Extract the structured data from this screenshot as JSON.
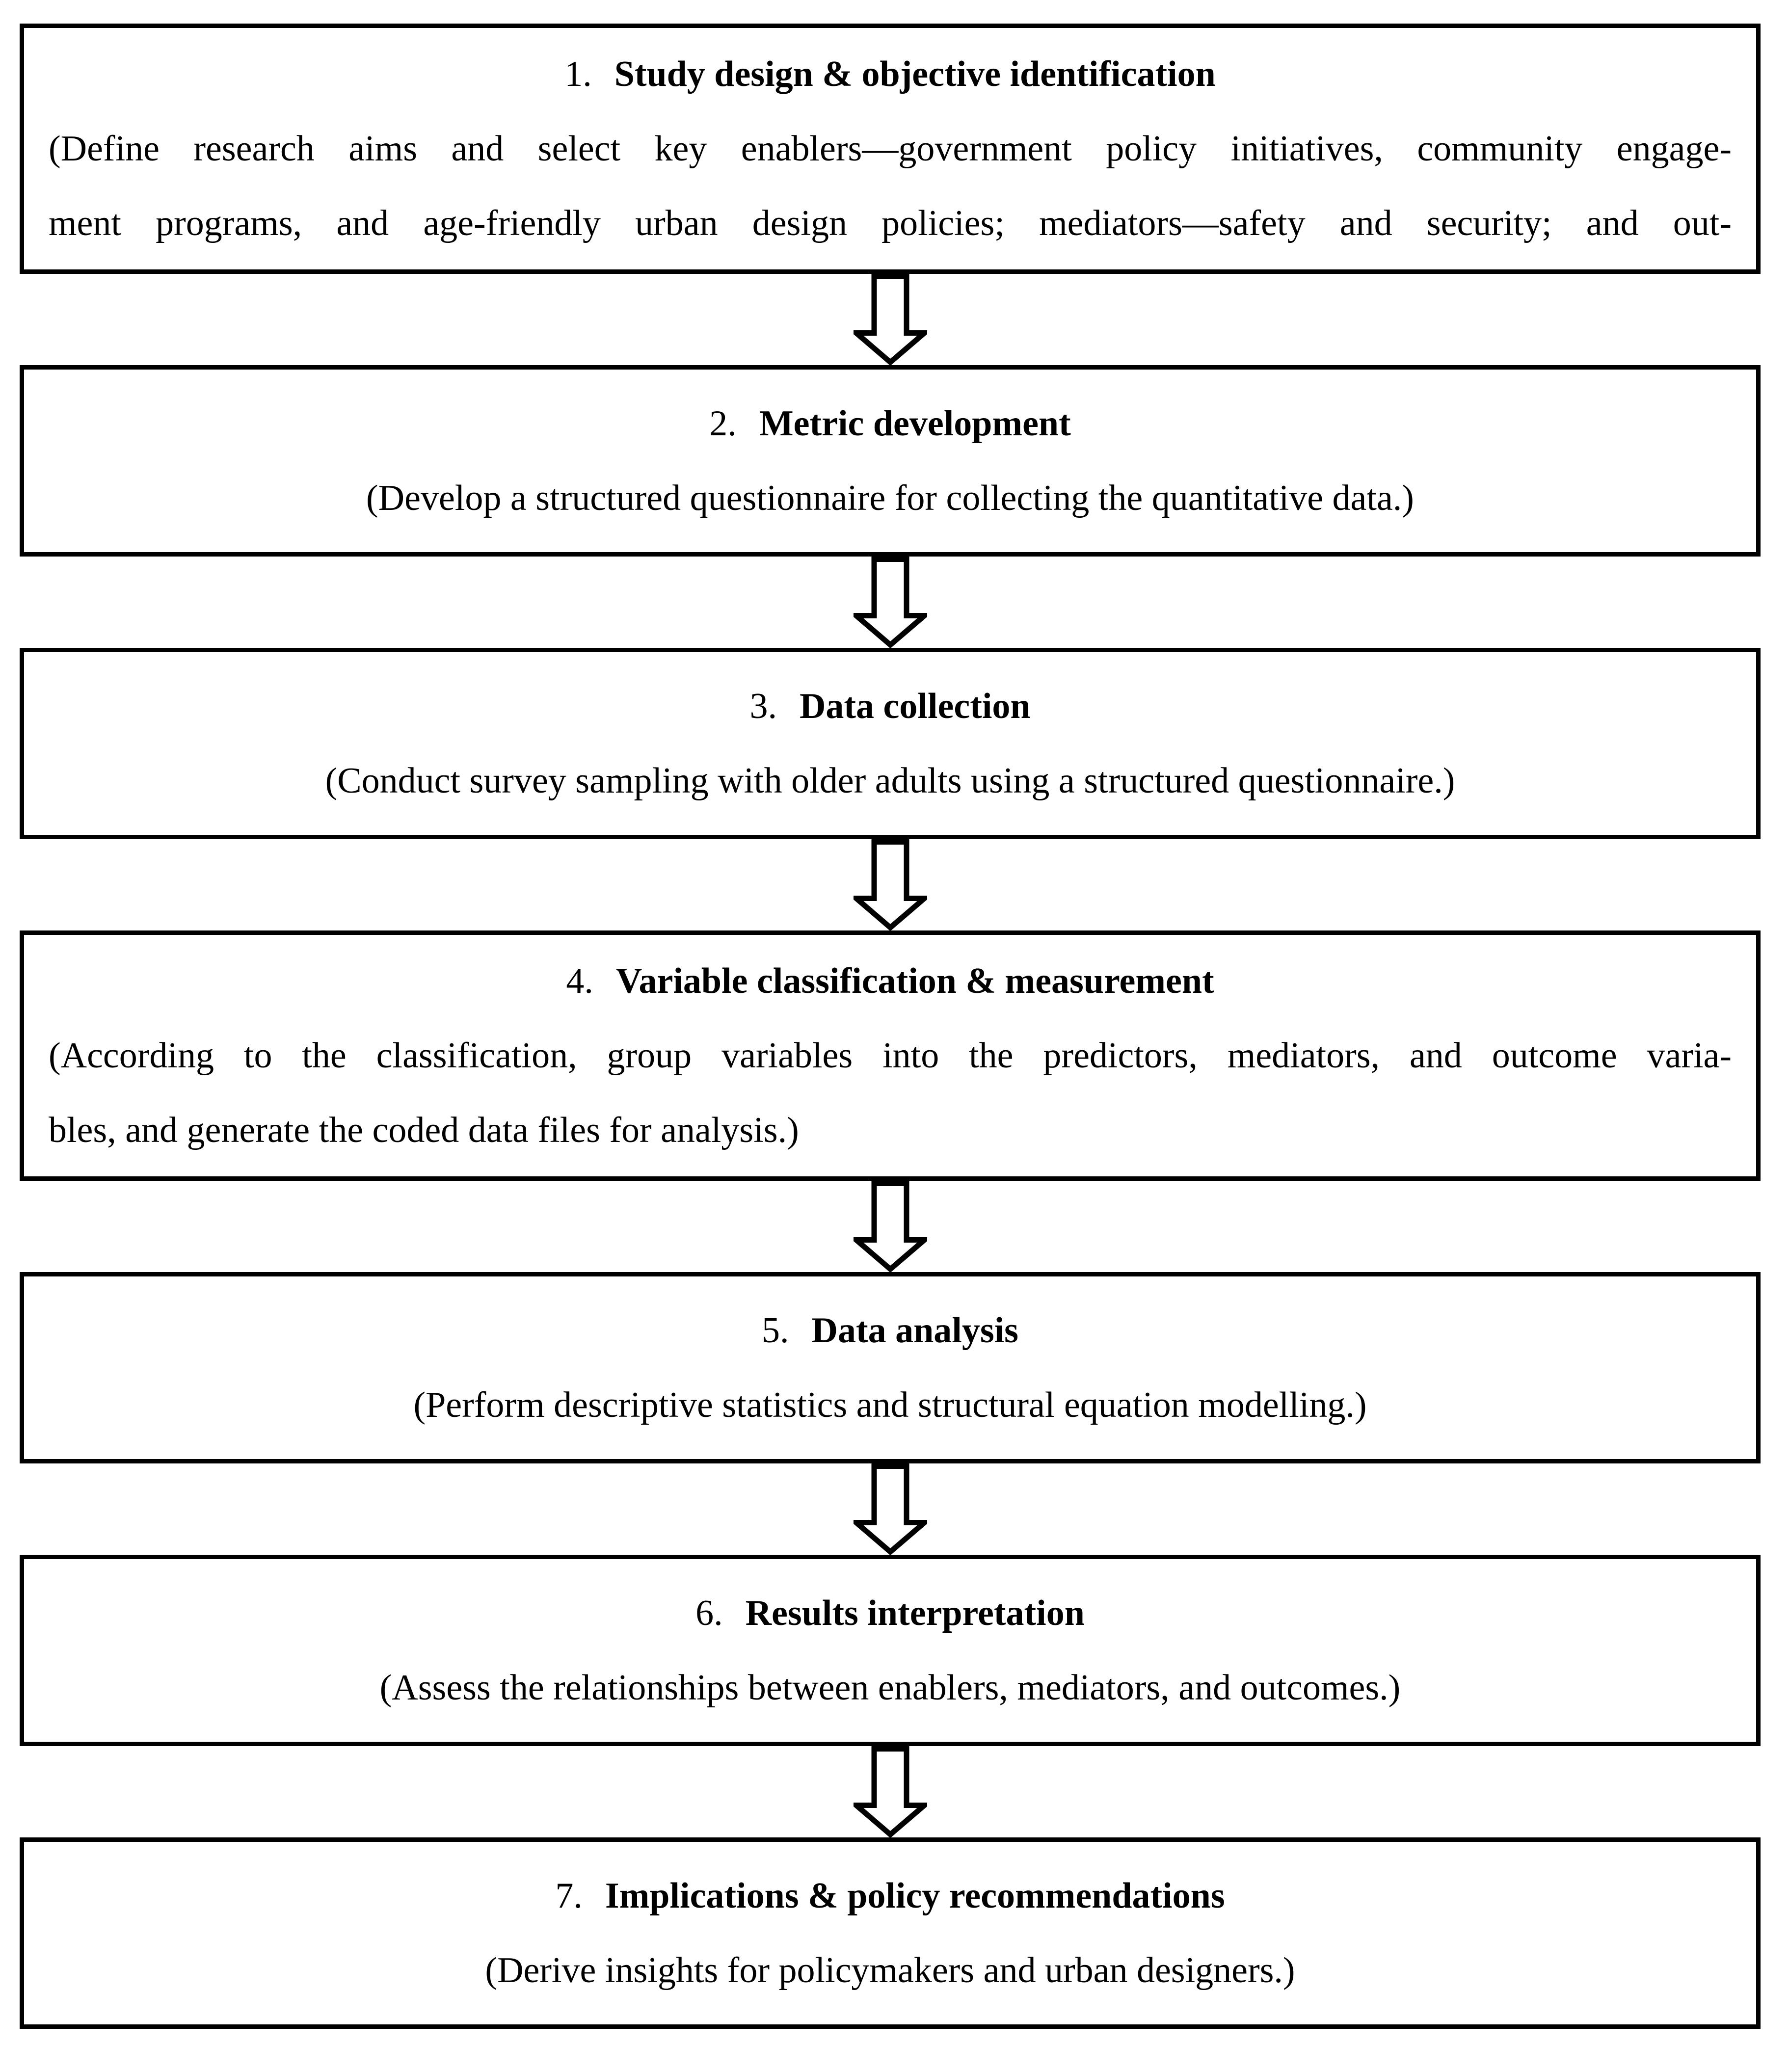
{
  "colors": {
    "ink": "#000000",
    "paper": "#ffffff"
  },
  "icons": {
    "step_connector": "down-arrow"
  },
  "steps": [
    {
      "number": "1.",
      "title": "Study design & objective identification",
      "lines": [
        "(Define research aims and select key enablers—government policy initiatives, community engage-",
        "ment programs, and age-friendly urban design policies; mediators—safety and security; and out-"
      ]
    },
    {
      "number": "2.",
      "title": "Metric development",
      "lines": [
        "(Develop a structured questionnaire for collecting the quantitative data.)"
      ]
    },
    {
      "number": "3.",
      "title": "Data collection",
      "lines": [
        "(Conduct survey sampling with older adults using a structured questionnaire.)"
      ]
    },
    {
      "number": "4.",
      "title": "Variable classification & measurement",
      "lines": [
        "(According to the classification, group variables into the predictors, mediators, and outcome varia-",
        "bles, and generate the coded data files for analysis.)"
      ]
    },
    {
      "number": "5.",
      "title": "Data analysis",
      "lines": [
        "(Perform descriptive statistics and structural equation modelling.)"
      ]
    },
    {
      "number": "6.",
      "title": "Results interpretation",
      "lines": [
        "(Assess the relationships between enablers, mediators, and outcomes.)"
      ]
    },
    {
      "number": "7.",
      "title": "Implications & policy recommendations",
      "lines": [
        "(Derive insights for policymakers and urban designers.)"
      ]
    }
  ]
}
